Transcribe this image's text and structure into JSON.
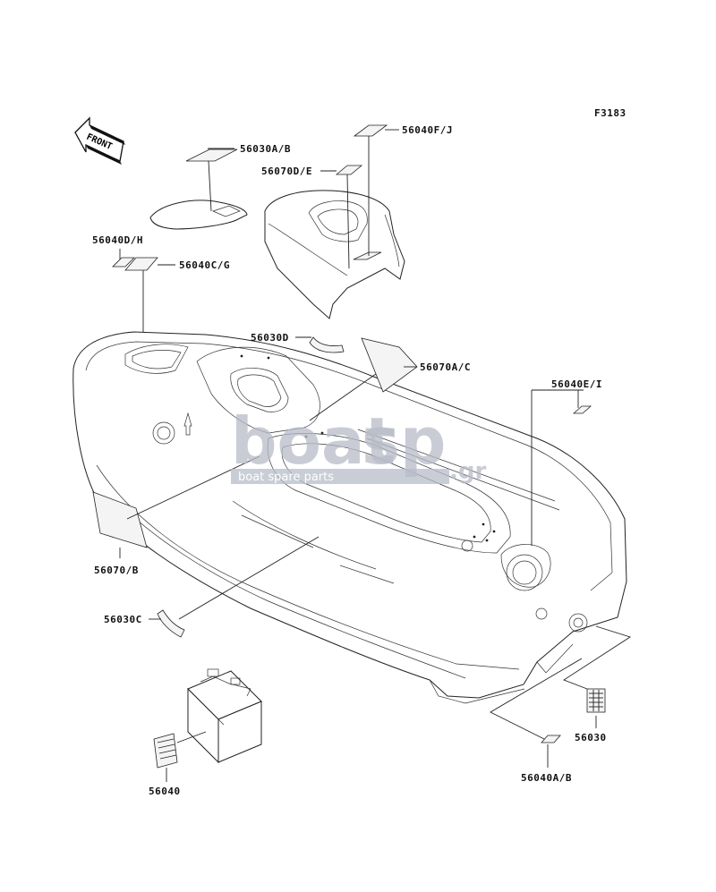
{
  "figure_code": "F3183",
  "front_label": "FRONT",
  "labels": {
    "l_56030AB": "56030A/B",
    "l_56040FJ": "56040F/J",
    "l_56070DE": "56070D/E",
    "l_56040DH": "56040D/H",
    "l_56040CG": "56040C/G",
    "l_56030D": "56030D",
    "l_56070AC": "56070A/C",
    "l_56040EI": "56040E/I",
    "l_56070B": "56070/B",
    "l_56030C": "56030C",
    "l_56030": "56030",
    "l_56040AB": "56040A/B",
    "l_56040": "56040"
  },
  "watermark": {
    "brand_left": "boat",
    "brand_right": "sp",
    "tld": ".gr",
    "tagline": "boat spare parts",
    "color": "#b7bcc8"
  }
}
